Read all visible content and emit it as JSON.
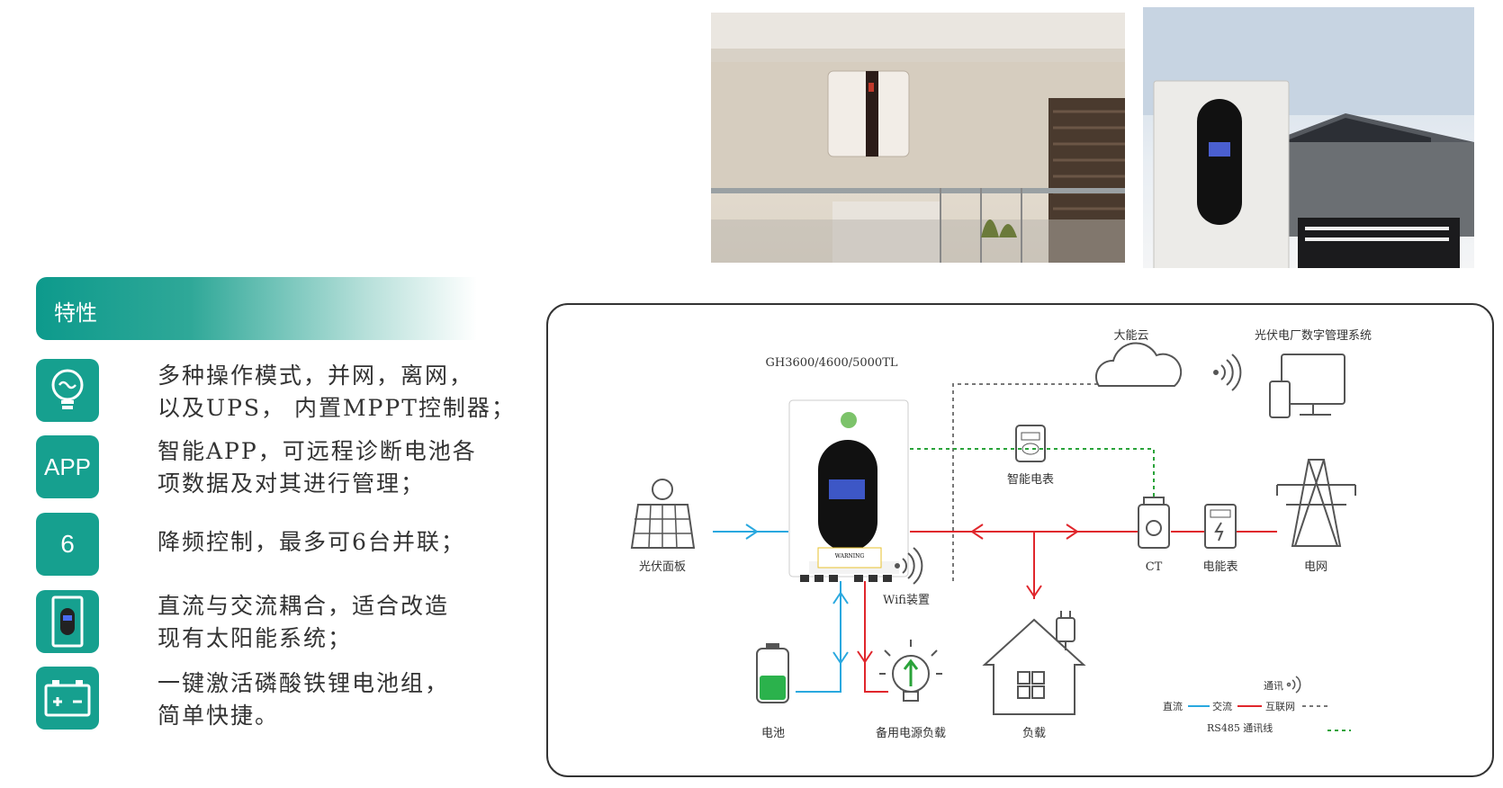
{
  "features": {
    "title": "特性",
    "items": [
      {
        "icon": "lightbulb-icon",
        "line1": "多种操作模式，并网，离网，",
        "line2": "以及UPS， 内置MPPT控制器；"
      },
      {
        "icon": "app-icon",
        "icon_text": "APP",
        "line1": "智能APP，可远程诊断电池各",
        "line2": "项数据及对其进行管理；"
      },
      {
        "icon": "number-six-icon",
        "icon_text": "6",
        "line1": "降频控制，最多可6台并联；",
        "line2": ""
      },
      {
        "icon": "inverter-device-icon",
        "line1": "直流与交流耦合，适合改造",
        "line2": "现有太阳能系统；"
      },
      {
        "icon": "battery-icon",
        "line1": "一键激活磷酸铁锂电池组，",
        "line2": "简单快捷。"
      }
    ]
  },
  "diagram": {
    "model": "GH3600/4600/5000TL",
    "cloud": "大能云",
    "monitor": "光伏电厂数字管理系统",
    "smart_meter": "智能电表",
    "solar_panel": "光伏面板",
    "wifi": "Wifi装置",
    "ct": "CT",
    "energy_meter": "电能表",
    "grid": "电网",
    "battery": "电池",
    "backup_load": "备用电源负载",
    "load": "负载",
    "warning": "WARNING",
    "legend": {
      "comm": "通讯",
      "dc": "直流",
      "ac": "交流",
      "internet": "互联网",
      "rs485": "RS485 通讯线"
    },
    "colors": {
      "dc": "#29a8df",
      "ac": "#e0262c",
      "internet": "#777777",
      "rs485": "#2aa33a"
    }
  }
}
